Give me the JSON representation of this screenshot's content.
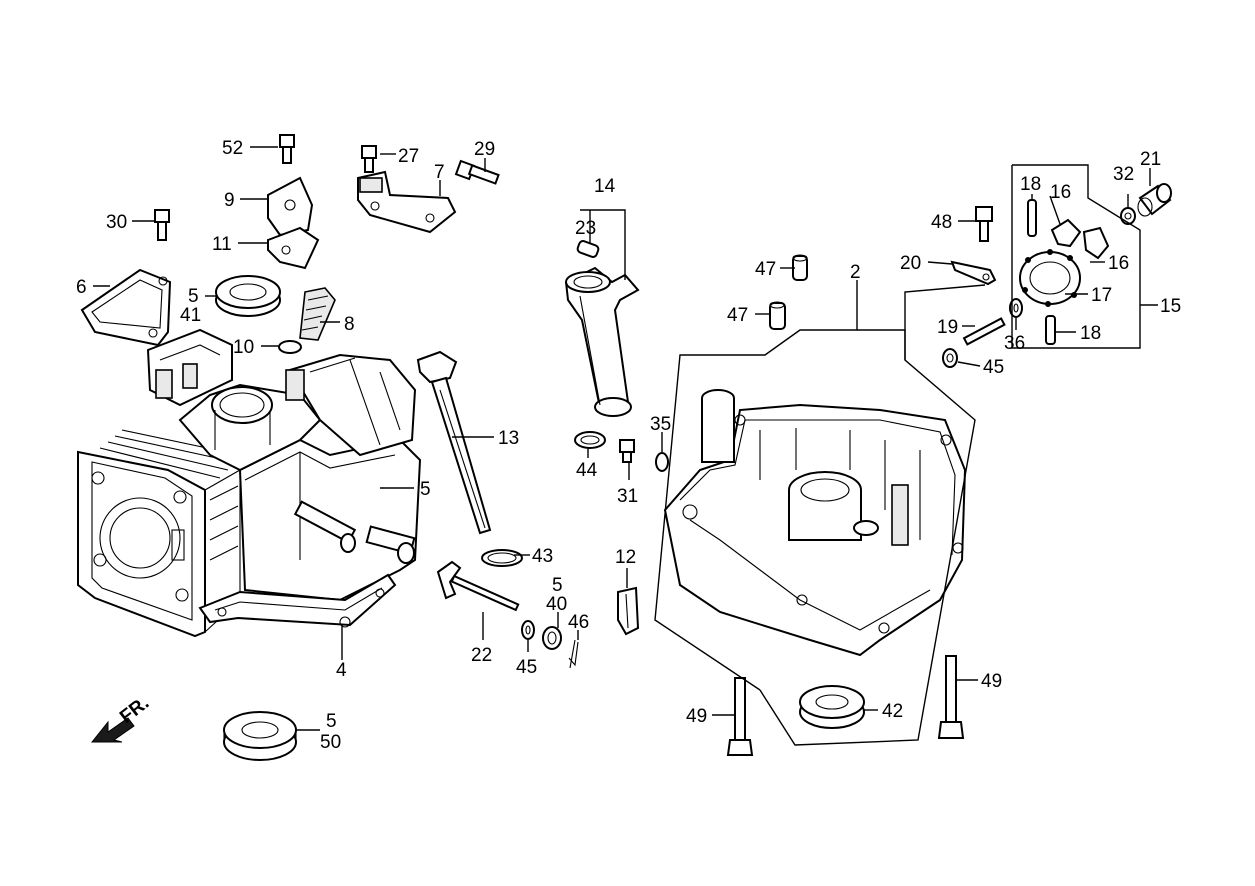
{
  "diagram": {
    "front_arrow": "FR.",
    "callouts": [
      {
        "id": "c52",
        "text": "52"
      },
      {
        "id": "c27",
        "text": "27"
      },
      {
        "id": "c29",
        "text": "29"
      },
      {
        "id": "c9",
        "text": "9"
      },
      {
        "id": "c7",
        "text": "7"
      },
      {
        "id": "c30",
        "text": "30"
      },
      {
        "id": "c11",
        "text": "11"
      },
      {
        "id": "c6",
        "text": "6"
      },
      {
        "id": "c5a",
        "text": "5"
      },
      {
        "id": "c41",
        "text": "41"
      },
      {
        "id": "c8",
        "text": "8"
      },
      {
        "id": "c10",
        "text": "10"
      },
      {
        "id": "c14",
        "text": "14"
      },
      {
        "id": "c23",
        "text": "23"
      },
      {
        "id": "c13",
        "text": "13"
      },
      {
        "id": "c5b",
        "text": "5"
      },
      {
        "id": "c44",
        "text": "44"
      },
      {
        "id": "c35",
        "text": "35"
      },
      {
        "id": "c31",
        "text": "31"
      },
      {
        "id": "c43",
        "text": "43"
      },
      {
        "id": "c12",
        "text": "12"
      },
      {
        "id": "c5c",
        "text": "5"
      },
      {
        "id": "c40",
        "text": "40"
      },
      {
        "id": "c46",
        "text": "46"
      },
      {
        "id": "c22",
        "text": "22"
      },
      {
        "id": "c45a",
        "text": "45"
      },
      {
        "id": "c4",
        "text": "4"
      },
      {
        "id": "c5d",
        "text": "5"
      },
      {
        "id": "c50",
        "text": "50"
      },
      {
        "id": "c2",
        "text": "2"
      },
      {
        "id": "c47a",
        "text": "47"
      },
      {
        "id": "c47b",
        "text": "47"
      },
      {
        "id": "c48",
        "text": "48"
      },
      {
        "id": "c20",
        "text": "20"
      },
      {
        "id": "c18a",
        "text": "18"
      },
      {
        "id": "c16a",
        "text": "16"
      },
      {
        "id": "c32",
        "text": "32"
      },
      {
        "id": "c21",
        "text": "21"
      },
      {
        "id": "c16b",
        "text": "16"
      },
      {
        "id": "c17",
        "text": "17"
      },
      {
        "id": "c15",
        "text": "15"
      },
      {
        "id": "c19",
        "text": "19"
      },
      {
        "id": "c36",
        "text": "36"
      },
      {
        "id": "c18b",
        "text": "18"
      },
      {
        "id": "c45b",
        "text": "45"
      },
      {
        "id": "c49a",
        "text": "49"
      },
      {
        "id": "c42",
        "text": "42"
      },
      {
        "id": "c49b",
        "text": "49"
      }
    ]
  }
}
